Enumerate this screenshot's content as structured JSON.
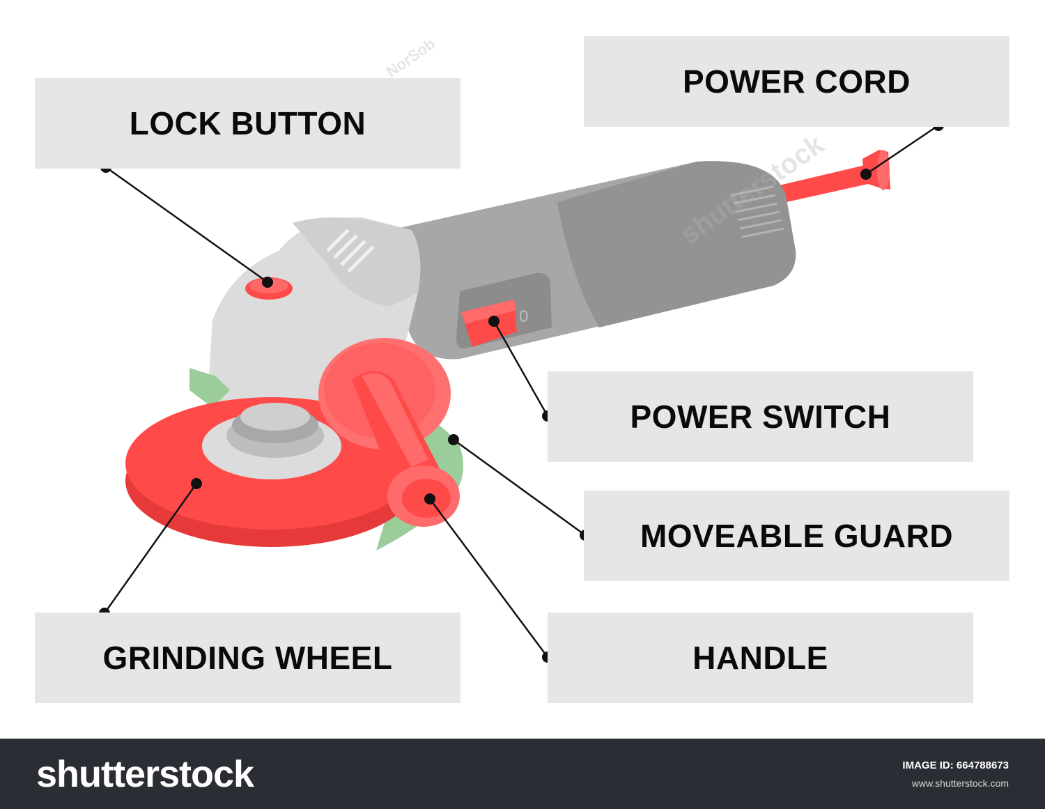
{
  "labels": {
    "lock_button": "LOCK BUTTON",
    "power_cord": "POWER CORD",
    "power_switch": "POWER SWITCH",
    "moveable_guard": "MOVEABLE GUARD",
    "grinding_wheel": "GRINDING WHEEL",
    "handle": "HANDLE"
  },
  "switch_mark": "0",
  "footer": {
    "brand": "shutterstock",
    "image_id": "IMAGE ID: 664788673",
    "url": "www.shutterstock.com"
  },
  "watermark": {
    "brand": "shutterstock",
    "author": "NorSob"
  },
  "colors": {
    "red": "#ff4a4a",
    "pink": "#ff7070",
    "gray_dark": "#8c8c8c",
    "gray_body": "#a7a7a7",
    "gray_light": "#dcdcdc",
    "guard_green": "#9bcd9b",
    "label_bg": "#e6e6e6",
    "footer_bg": "#2a2d33"
  }
}
